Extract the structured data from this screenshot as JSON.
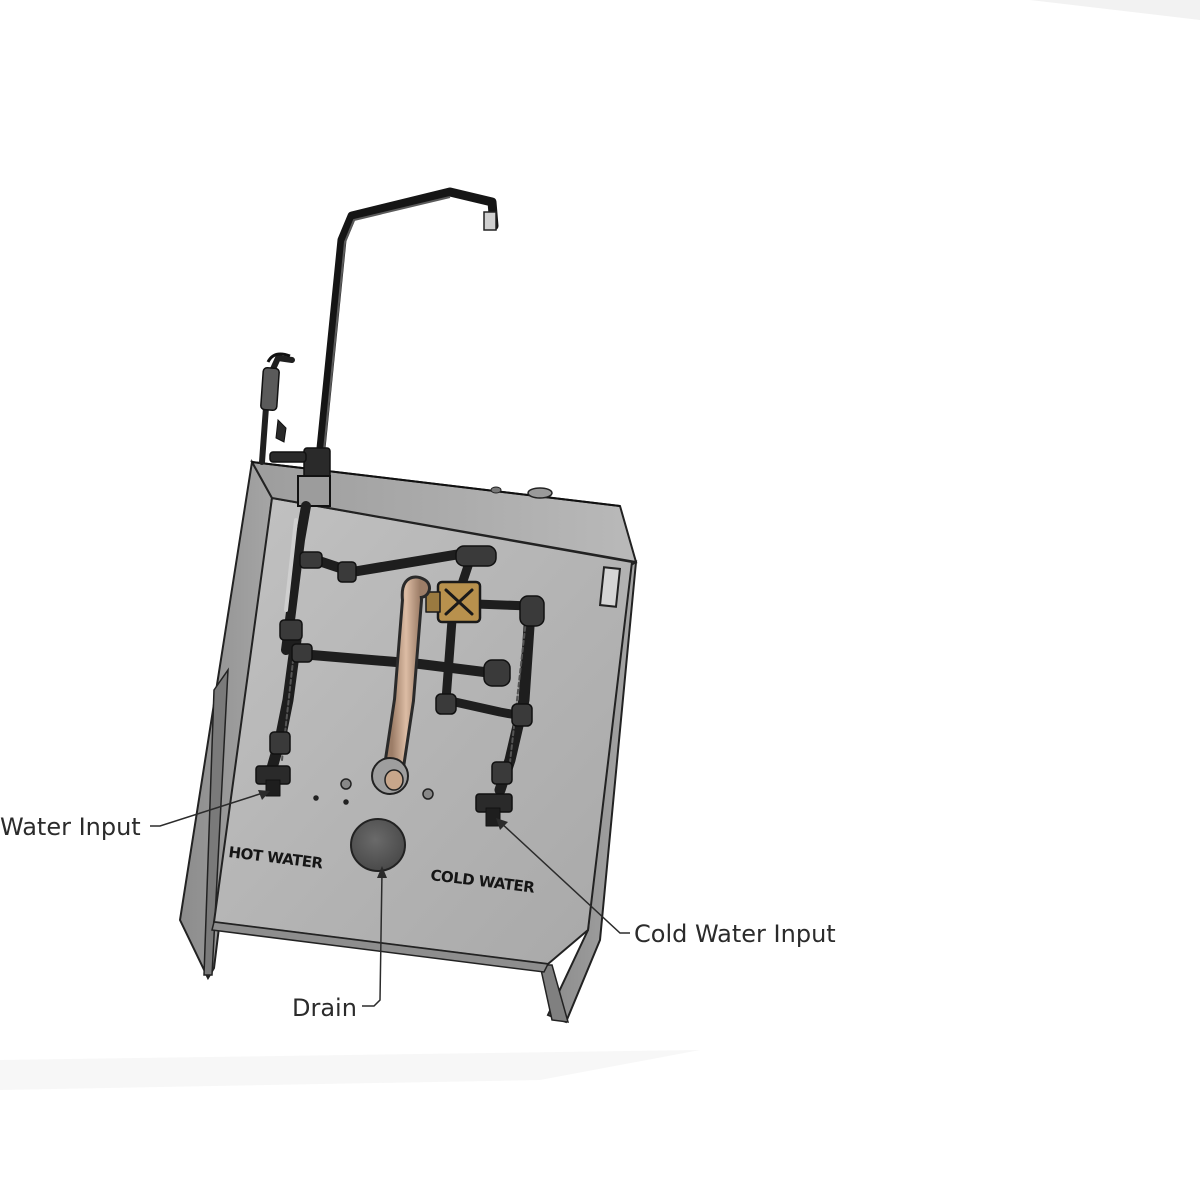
{
  "callouts": {
    "hot_water_input": "Water Input",
    "cold_water_input": "Cold Water Input",
    "drain": "Drain"
  },
  "panel_labels": {
    "hot": "HOT WATER",
    "cold": "COLD WATER"
  },
  "colors": {
    "background": "#ffffff",
    "panel": "#b4b4b4",
    "pipe": "#1e1e1e",
    "drain_pipe": "#c9a68c",
    "valve": "#b8914d",
    "drain_disc": "#5c5c5c",
    "leader_line": "#2b2b2b"
  }
}
